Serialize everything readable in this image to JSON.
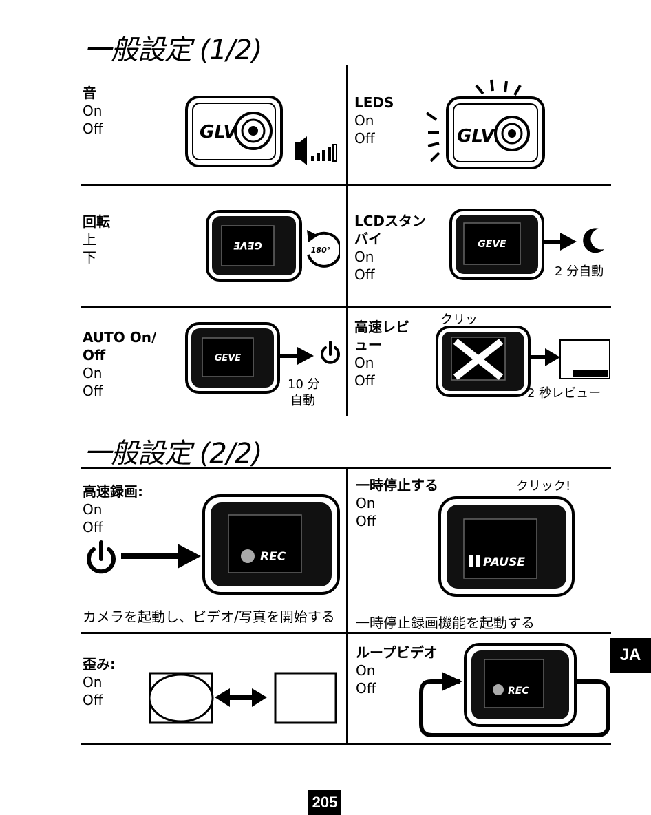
{
  "section1": {
    "title": "一般設定 (1/2)",
    "cells": [
      {
        "head": "音",
        "options": [
          "On",
          "Off"
        ]
      },
      {
        "head": "LEDS",
        "options": [
          "On",
          "Off"
        ]
      },
      {
        "head": "回転",
        "options": [
          "上",
          "下"
        ],
        "badge": "180°",
        "screen_text": "GEVE"
      },
      {
        "head_lines": [
          "LCDスタン",
          "バイ"
        ],
        "options": [
          "On",
          "Off"
        ],
        "screen_text": "GEVE",
        "caption": "2 分自動"
      },
      {
        "head_lines": [
          "AUTO On/",
          "Off"
        ],
        "options": [
          "On",
          "Off"
        ],
        "screen_text": "GEVE",
        "caption_lines": [
          "10 分",
          "自動"
        ]
      },
      {
        "head_lines": [
          "高速レビ",
          "ュー"
        ],
        "options": [
          "On",
          "Off"
        ],
        "click": "クリッ",
        "caption": "2 秒レビュー"
      }
    ]
  },
  "section2": {
    "title": "一般設定 (2/2)",
    "cells": [
      {
        "head": "高速録画:",
        "options": [
          "On",
          "Off"
        ],
        "screen_text": "REC",
        "caption": "カメラを起動し、ビデオ/写真を開始する"
      },
      {
        "head": "一時停止する",
        "options": [
          "On",
          "Off"
        ],
        "click": "クリック!",
        "screen_text": "PAUSE",
        "caption": "一時停止録画機能を起動する"
      },
      {
        "head": "歪み:",
        "options": [
          "On",
          "Off"
        ]
      },
      {
        "head": "ループビデオ",
        "options": [
          "On",
          "Off"
        ],
        "screen_text": "REC"
      }
    ]
  },
  "side_tab": "JA",
  "page_number": "205"
}
